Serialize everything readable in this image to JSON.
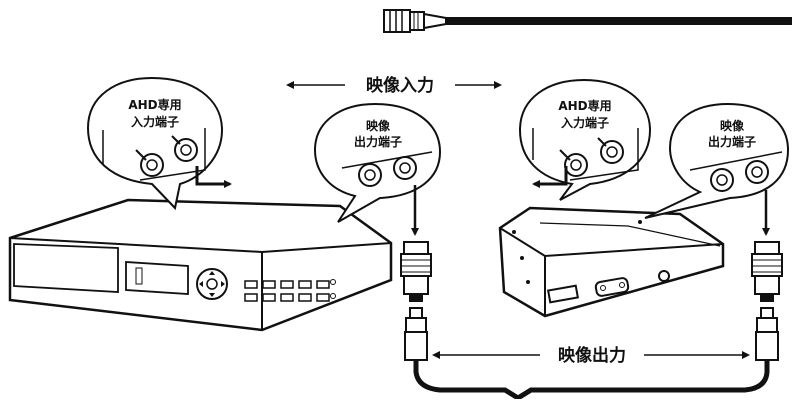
{
  "labels": {
    "video_input": "映像入力",
    "video_output": "映像出力",
    "left_ahd_line1": "AHD専用",
    "left_ahd_line2": "入力端子",
    "left_out_line1": "映像",
    "left_out_line2": "出力端子",
    "right_ahd_line1": "AHD専用",
    "right_ahd_line2": "入力端子",
    "right_out_line1": "映像",
    "right_out_line2": "出力端子"
  },
  "colors": {
    "ink": "#111111",
    "background": "#ffffff"
  },
  "icons": [
    "bnc-cable-icon",
    "recorder-device-icon",
    "converter-device-icon",
    "bnc-plug-icon",
    "rca-plug-icon",
    "arrow-icon"
  ]
}
